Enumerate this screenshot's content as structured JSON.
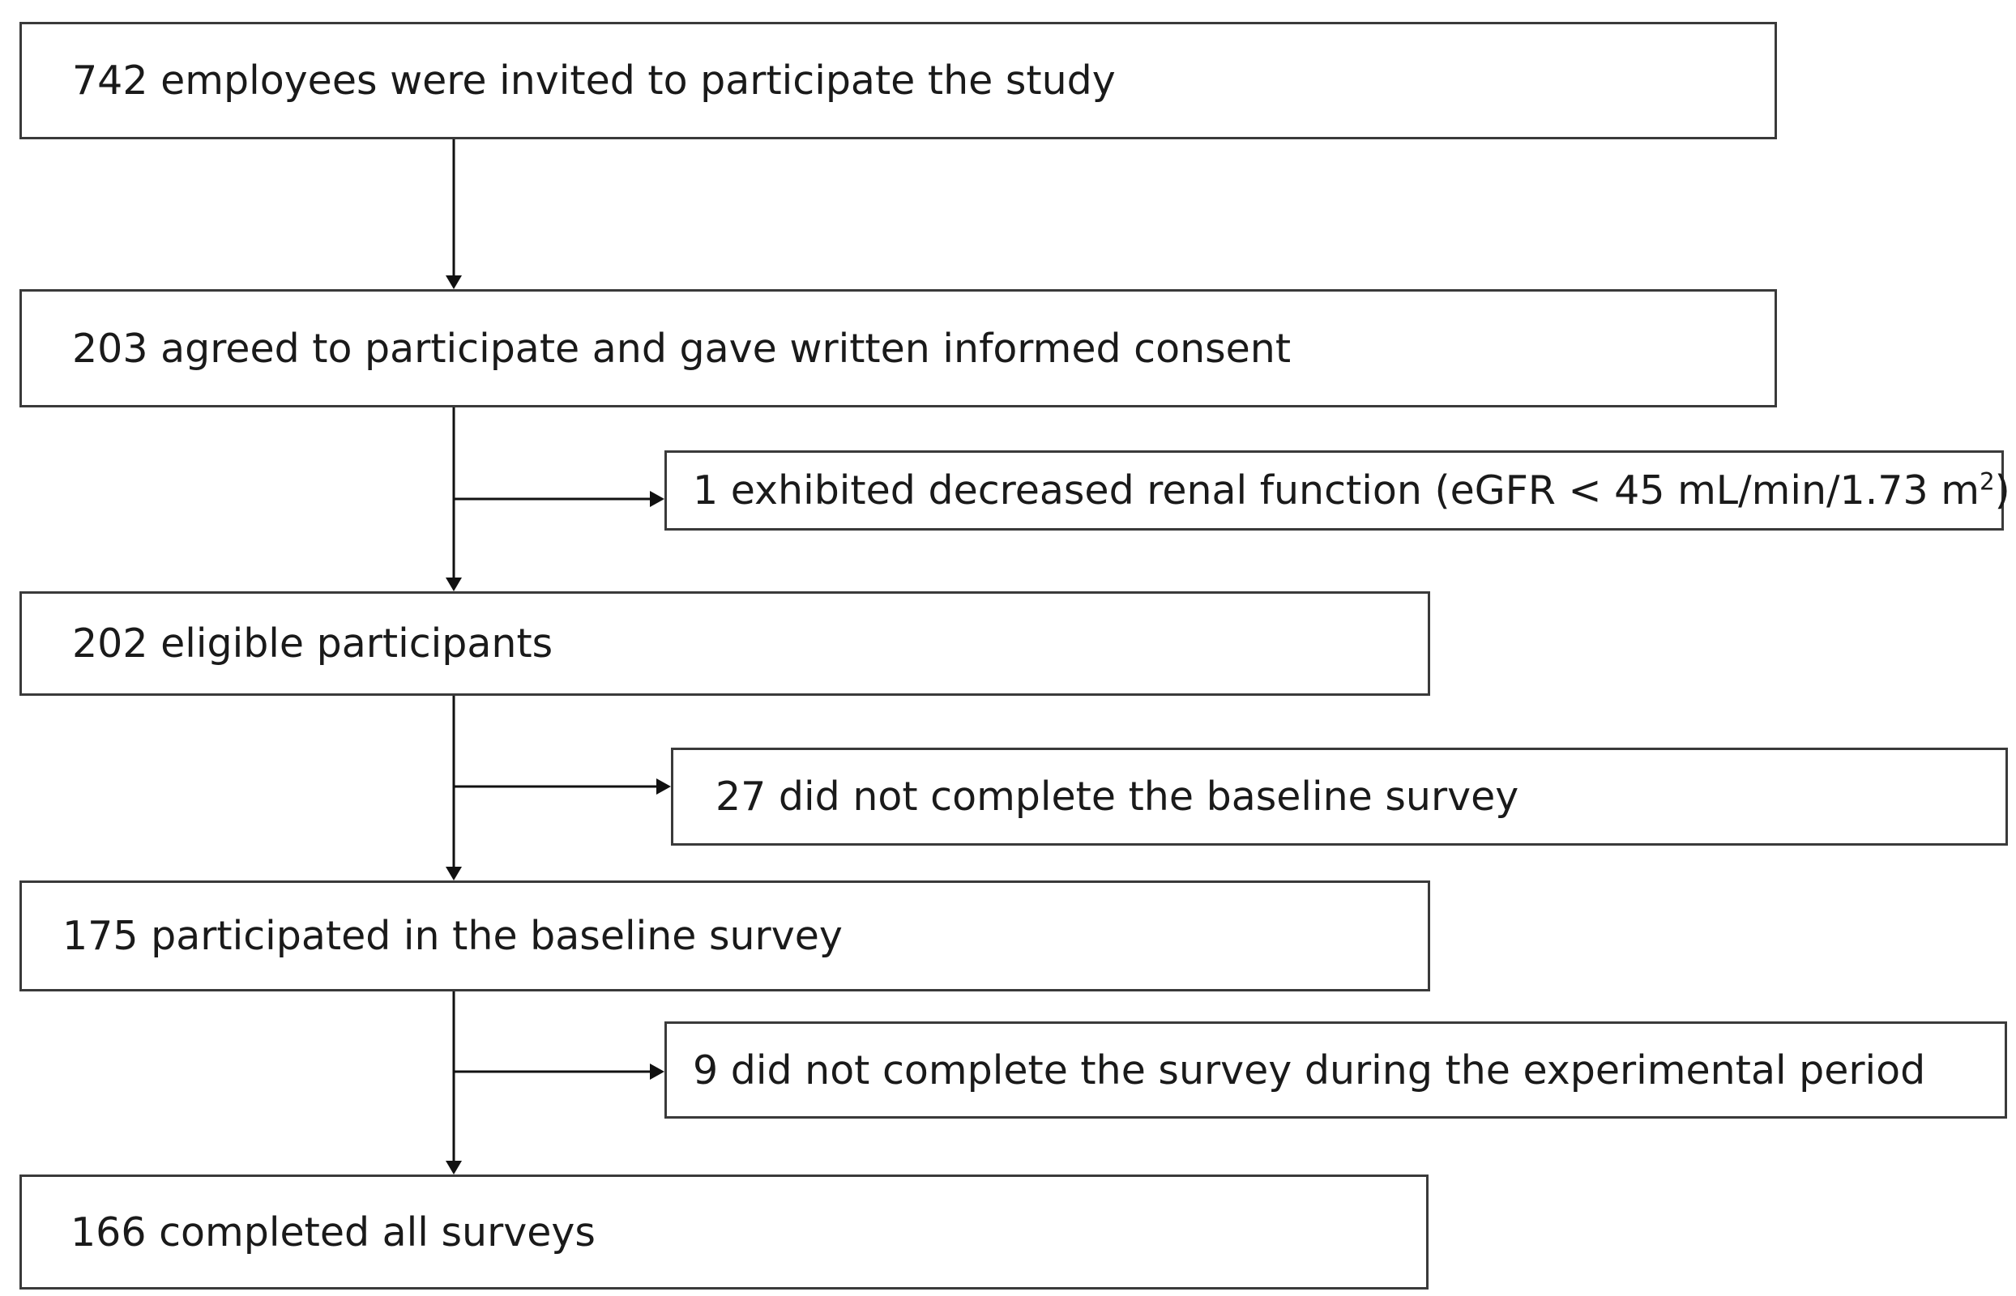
{
  "flow": {
    "invited": "742 employees were invited to participate the study",
    "consent": "203 agreed to participate and gave written informed consent",
    "eligible": "202 eligible participants",
    "baseline": "175 participated in the baseline survey",
    "completed": "166 completed all surveys"
  },
  "exclusions": {
    "renal_prefix": "1 exhibited decreased renal function (eGFR < 45 mL/min/1.73 m",
    "renal_superscript": "2",
    "renal_suffix": ")",
    "baseline_missing": "27 did not complete the baseline survey",
    "experimental_missing": "9 did not complete the survey during the experimental period"
  }
}
